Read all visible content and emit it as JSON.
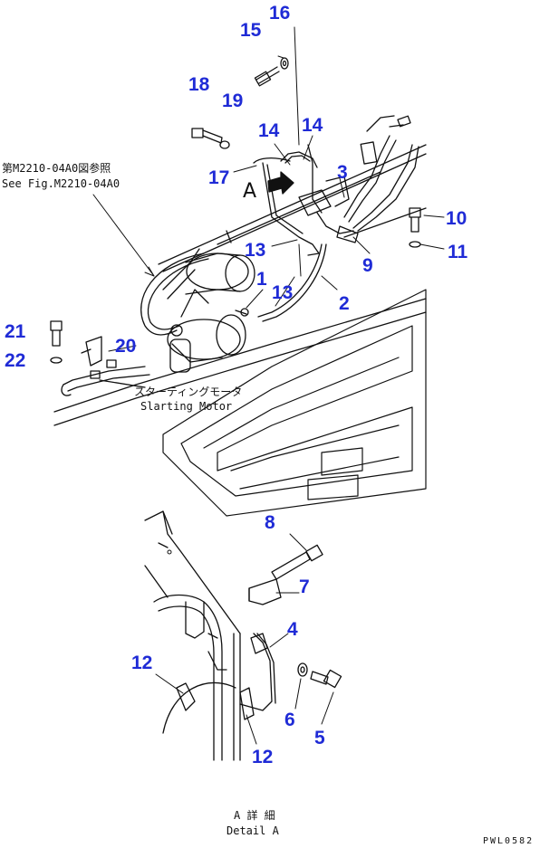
{
  "callouts": {
    "p1": "1",
    "p2": "2",
    "p3": "3",
    "p4": "4",
    "p5": "5",
    "p6": "6",
    "p7": "7",
    "p8": "8",
    "p9": "9",
    "p10": "10",
    "p11": "11",
    "p12a": "12",
    "p12b": "12",
    "p13a": "13",
    "p13b": "13",
    "p14a": "14",
    "p14b": "14",
    "p15": "15",
    "p16": "16",
    "p17": "17",
    "p18": "18",
    "p19": "19",
    "p20": "20",
    "p21": "21",
    "p22": "22"
  },
  "notes": {
    "ref_jp": "第M2210-04A0図参照",
    "ref_en": "See Fig.M2210-04A0",
    "motor_jp": "スターティングモータ",
    "motor_en": "Slarting Motor",
    "detail_jp": "A 詳 細",
    "detail_en": "Detail A",
    "view_letter": "A",
    "drawing_code": "PWL0582"
  },
  "colors": {
    "callout": "#1f2bd6",
    "line": "#111111"
  }
}
